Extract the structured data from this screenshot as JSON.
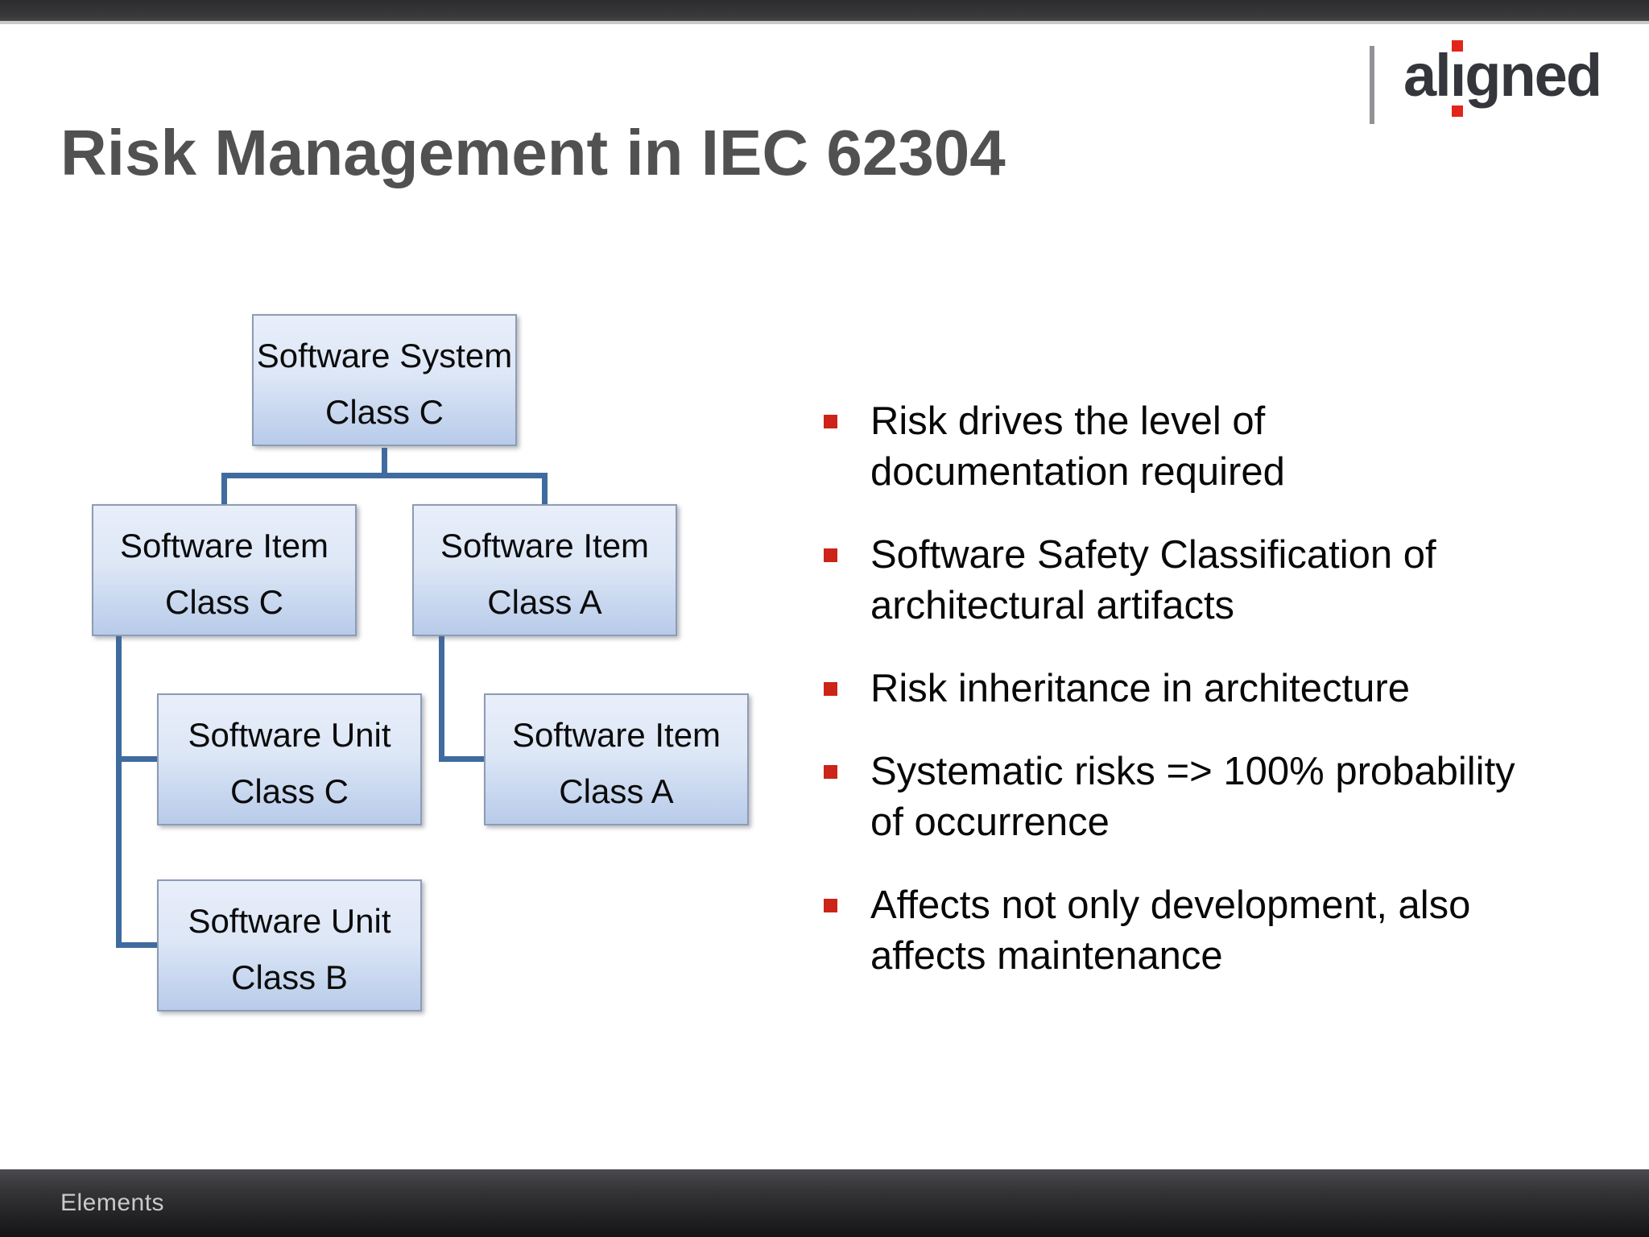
{
  "header": {
    "title": "Risk Management in IEC 62304"
  },
  "brand": {
    "logo_text": "aligned",
    "logo_prefix": "al",
    "logo_i": "ı",
    "logo_suffix": "gned",
    "logo_text_color": "#35363c",
    "logo_dot_color": "#e2251b"
  },
  "diagram": {
    "boxes": [
      {
        "line1": "Software System",
        "line2": "Class C"
      },
      {
        "line1": "Software Item",
        "line2": "Class C"
      },
      {
        "line1": "Software Item",
        "line2": "Class A"
      },
      {
        "line1": "Software Unit",
        "line2": "Class C"
      },
      {
        "line1": "Software Item",
        "line2": "Class A"
      },
      {
        "line1": "Software Unit",
        "line2": "Class B"
      }
    ],
    "edges": [
      [
        0,
        1
      ],
      [
        0,
        2
      ],
      [
        1,
        3
      ],
      [
        1,
        5
      ],
      [
        2,
        4
      ]
    ],
    "box_fill_top": "#e9eefa",
    "box_fill_bottom": "#b8cbea",
    "box_border_color": "#8d9cb3",
    "connector_color": "#3f6b9f"
  },
  "main": {
    "bullet_color": "#cc2418",
    "bullets": [
      {
        "lines": [
          "Risk drives the level of",
          "documentation required"
        ]
      },
      {
        "lines": [
          "Software Safety Classification of",
          "architectural artifacts"
        ]
      },
      {
        "lines": [
          "Risk inheritance in architecture"
        ]
      },
      {
        "lines": [
          "Systematic risks => 100% probability",
          "of occurrence"
        ]
      },
      {
        "lines": [
          "Affects not only development, also",
          "affects maintenance"
        ]
      }
    ]
  },
  "footer": {
    "label": "Elements"
  }
}
